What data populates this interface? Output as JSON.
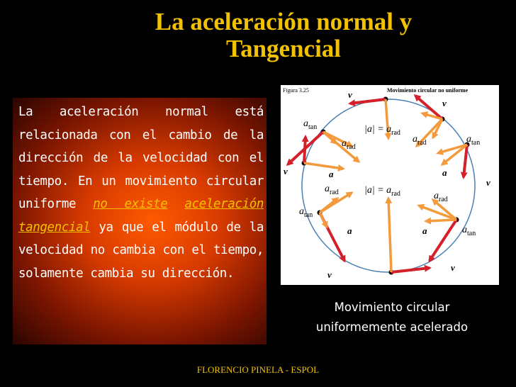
{
  "slide": {
    "title_line1": "La aceleración normal y",
    "title_line2": "Tangencial",
    "body": {
      "part1": "La aceleración normal está relacionada con el cambio de la dirección de la velocidad con el tiempo. En un movimiento circular uniforme ",
      "highlight1": "no existe",
      "highlight2": "aceleración tangencial",
      "part2": " ya que el módulo de la velocidad no cambia con el tiempo, solamente cambia su dirección."
    },
    "caption_line1": "Movimiento circular",
    "caption_line2": "uniformemente acelerado",
    "footer": "FLORENCIO PINELA - ESPOL"
  },
  "figure": {
    "label": "Figura 3.25",
    "heading": "Movimiento circular no uniforme",
    "symbols": {
      "v": "v",
      "a": "a",
      "a_tan": "a",
      "a_tan_sub": "tan",
      "a_rad": "a",
      "a_rad_sub": "rad",
      "eq_lhs": "|a| = a",
      "eq_sub": "rad"
    }
  },
  "colors": {
    "title": "#f2c200",
    "highlight": "#f2c200",
    "arrow_red": "#d4202a",
    "arrow_orange": "#f39a3c",
    "circle": "#4a7fb5"
  }
}
